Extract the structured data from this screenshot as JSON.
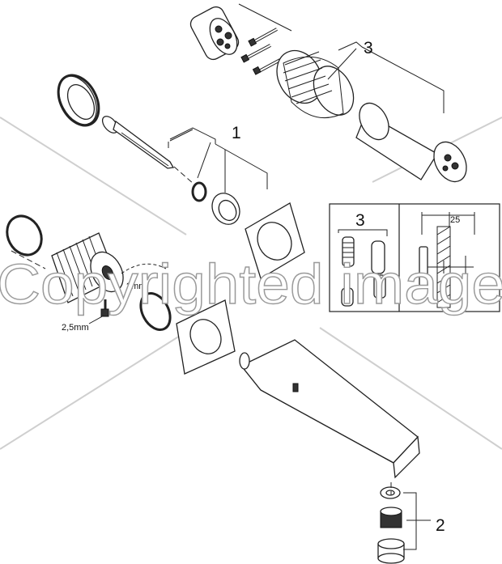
{
  "callouts": {
    "set_1": "1",
    "set_2": "2",
    "set_3": "3",
    "detail_3": "3"
  },
  "dimensions": {
    "hex_key_a": "2mm",
    "hex_key_b": "2,5mm",
    "wall_depth": "25"
  },
  "watermark": {
    "text": "Copyrighted image"
  }
}
